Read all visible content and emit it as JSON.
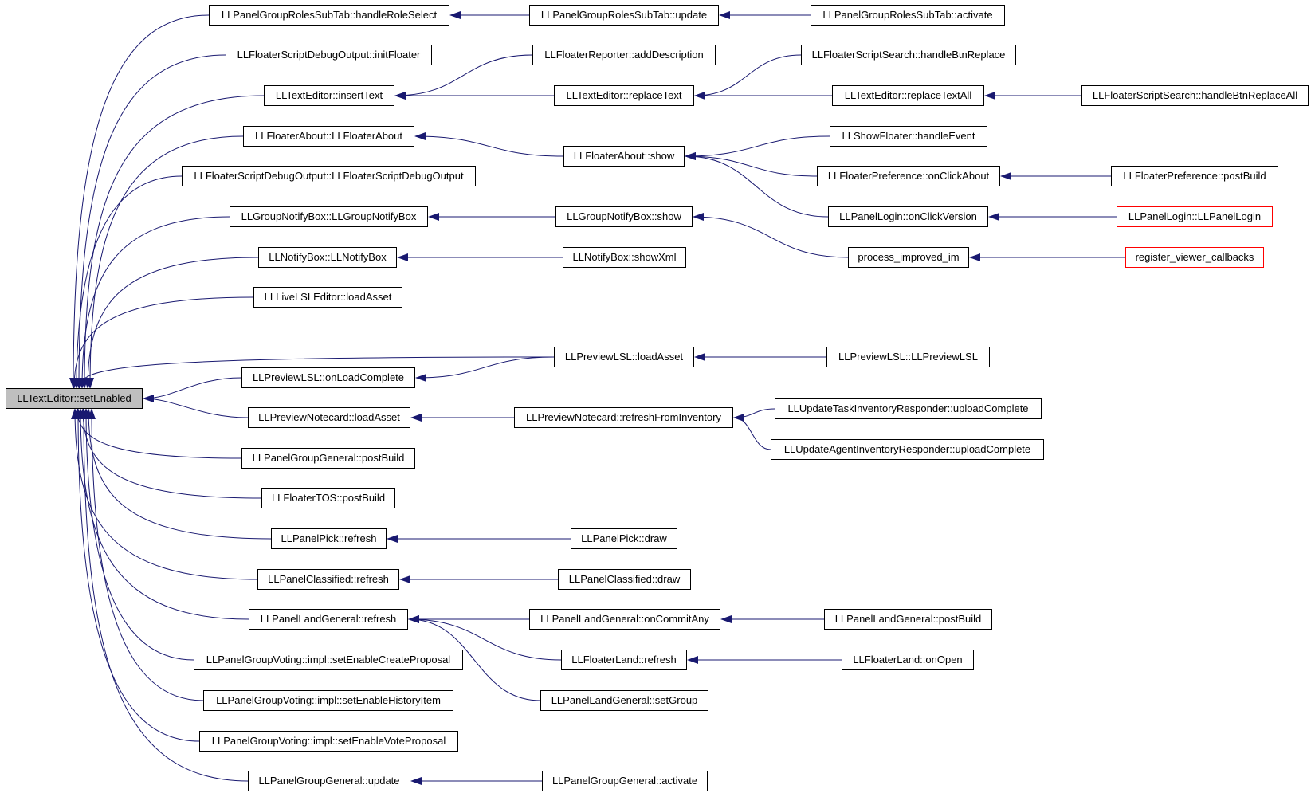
{
  "graph": {
    "root": "LLTextEditor::setEnabled",
    "nodes": {
      "n_root": "LLTextEditor::setEnabled",
      "n_handleRoleSelect": "LLPanelGroupRolesSubTab::handleRoleSelect",
      "n_initFloater": "LLFloaterScriptDebugOutput::initFloater",
      "n_insertText": "LLTextEditor::insertText",
      "n_floaterAboutCtor": "LLFloaterAbout::LLFloaterAbout",
      "n_scriptDebugCtor": "LLFloaterScriptDebugOutput::LLFloaterScriptDebugOutput",
      "n_groupNotifyCtor": "LLGroupNotifyBox::LLGroupNotifyBox",
      "n_notifyBoxCtor": "LLNotifyBox::LLNotifyBox",
      "n_liveLSLLoad": "LLLiveLSLEditor::loadAsset",
      "n_previewLSLOnLoad": "LLPreviewLSL::onLoadComplete",
      "n_previewNotecardLoad": "LLPreviewNotecard::loadAsset",
      "n_groupGeneralPostBuild": "LLPanelGroupGeneral::postBuild",
      "n_floaterTOSPostBuild": "LLFloaterTOS::postBuild",
      "n_panelPickRefresh": "LLPanelPick::refresh",
      "n_panelClassifiedRefresh": "LLPanelClassified::refresh",
      "n_landGeneralRefresh": "LLPanelLandGeneral::refresh",
      "n_votingCreateProposal": "LLPanelGroupVoting::impl::setEnableCreateProposal",
      "n_votingHistoryItem": "LLPanelGroupVoting::impl::setEnableHistoryItem",
      "n_votingVoteProposal": "LLPanelGroupVoting::impl::setEnableVoteProposal",
      "n_groupGeneralUpdate": "LLPanelGroupGeneral::update",
      "n_rolesUpdate": "LLPanelGroupRolesSubTab::update",
      "n_reporterAddDesc": "LLFloaterReporter::addDescription",
      "n_replaceText": "LLTextEditor::replaceText",
      "n_floaterAboutShow": "LLFloaterAbout::show",
      "n_groupNotifyShow": "LLGroupNotifyBox::show",
      "n_notifyShowXml": "LLNotifyBox::showXml",
      "n_previewLSLLoad": "LLPreviewLSL::loadAsset",
      "n_notecardRefresh": "LLPreviewNotecard::refreshFromInventory",
      "n_panelPickDraw": "LLPanelPick::draw",
      "n_panelClassifiedDraw": "LLPanelClassified::draw",
      "n_landCommitAny": "LLPanelLandGeneral::onCommitAny",
      "n_floaterLandRefresh": "LLFloaterLand::refresh",
      "n_landSetGroup": "LLPanelLandGeneral::setGroup",
      "n_groupGeneralActivate": "LLPanelGroupGeneral::activate",
      "n_rolesActivate": "LLPanelGroupRolesSubTab::activate",
      "n_searchBtnReplace": "LLFloaterScriptSearch::handleBtnReplace",
      "n_replaceTextAll": "LLTextEditor::replaceTextAll",
      "n_showFloaterHandle": "LLShowFloater::handleEvent",
      "n_prefOnClickAbout": "LLFloaterPreference::onClickAbout",
      "n_loginOnClickVersion": "LLPanelLogin::onClickVersion",
      "n_processImprovedIm": "process_improved_im",
      "n_previewLSLCtor": "LLPreviewLSL::LLPreviewLSL",
      "n_taskInvUpload": "LLUpdateTaskInventoryResponder::uploadComplete",
      "n_agentInvUpload": "LLUpdateAgentInventoryResponder::uploadComplete",
      "n_landGeneralPostBuild": "LLPanelLandGeneral::postBuild",
      "n_floaterLandOnOpen": "LLFloaterLand::onOpen",
      "n_searchBtnReplaceAll": "LLFloaterScriptSearch::handleBtnReplaceAll",
      "n_prefPostBuild": "LLFloaterPreference::postBuild",
      "n_loginCtor": "LLPanelLogin::LLPanelLogin",
      "n_registerCallbacks": "register_viewer_callbacks"
    },
    "edges": [
      [
        "n_handleRoleSelect",
        "n_root"
      ],
      [
        "n_initFloater",
        "n_root"
      ],
      [
        "n_insertText",
        "n_root"
      ],
      [
        "n_floaterAboutCtor",
        "n_root"
      ],
      [
        "n_scriptDebugCtor",
        "n_root"
      ],
      [
        "n_groupNotifyCtor",
        "n_root"
      ],
      [
        "n_notifyBoxCtor",
        "n_root"
      ],
      [
        "n_liveLSLLoad",
        "n_root"
      ],
      [
        "n_previewLSLLoad",
        "n_root"
      ],
      [
        "n_previewLSLOnLoad",
        "n_root"
      ],
      [
        "n_previewNotecardLoad",
        "n_root"
      ],
      [
        "n_groupGeneralPostBuild",
        "n_root"
      ],
      [
        "n_floaterTOSPostBuild",
        "n_root"
      ],
      [
        "n_panelPickRefresh",
        "n_root"
      ],
      [
        "n_panelClassifiedRefresh",
        "n_root"
      ],
      [
        "n_landGeneralRefresh",
        "n_root"
      ],
      [
        "n_votingCreateProposal",
        "n_root"
      ],
      [
        "n_votingHistoryItem",
        "n_root"
      ],
      [
        "n_votingVoteProposal",
        "n_root"
      ],
      [
        "n_groupGeneralUpdate",
        "n_root"
      ],
      [
        "n_rolesUpdate",
        "n_handleRoleSelect"
      ],
      [
        "n_reporterAddDesc",
        "n_insertText"
      ],
      [
        "n_replaceText",
        "n_insertText"
      ],
      [
        "n_floaterAboutShow",
        "n_floaterAboutCtor"
      ],
      [
        "n_groupNotifyShow",
        "n_groupNotifyCtor"
      ],
      [
        "n_notifyShowXml",
        "n_notifyBoxCtor"
      ],
      [
        "n_previewLSLLoad",
        "n_previewLSLOnLoad"
      ],
      [
        "n_notecardRefresh",
        "n_previewNotecardLoad"
      ],
      [
        "n_panelPickDraw",
        "n_panelPickRefresh"
      ],
      [
        "n_panelClassifiedDraw",
        "n_panelClassifiedRefresh"
      ],
      [
        "n_landCommitAny",
        "n_landGeneralRefresh"
      ],
      [
        "n_floaterLandRefresh",
        "n_landGeneralRefresh"
      ],
      [
        "n_landSetGroup",
        "n_landGeneralRefresh"
      ],
      [
        "n_groupGeneralActivate",
        "n_groupGeneralUpdate"
      ],
      [
        "n_rolesActivate",
        "n_rolesUpdate"
      ],
      [
        "n_searchBtnReplace",
        "n_replaceText"
      ],
      [
        "n_replaceTextAll",
        "n_replaceText"
      ],
      [
        "n_showFloaterHandle",
        "n_floaterAboutShow"
      ],
      [
        "n_prefOnClickAbout",
        "n_floaterAboutShow"
      ],
      [
        "n_loginOnClickVersion",
        "n_floaterAboutShow"
      ],
      [
        "n_processImprovedIm",
        "n_groupNotifyShow"
      ],
      [
        "n_previewLSLCtor",
        "n_previewLSLLoad"
      ],
      [
        "n_taskInvUpload",
        "n_notecardRefresh"
      ],
      [
        "n_agentInvUpload",
        "n_notecardRefresh"
      ],
      [
        "n_landGeneralPostBuild",
        "n_landCommitAny"
      ],
      [
        "n_floaterLandOnOpen",
        "n_floaterLandRefresh"
      ],
      [
        "n_searchBtnReplaceAll",
        "n_replaceTextAll"
      ],
      [
        "n_prefPostBuild",
        "n_prefOnClickAbout"
      ],
      [
        "n_loginCtor",
        "n_loginOnClickVersion"
      ],
      [
        "n_registerCallbacks",
        "n_processImprovedIm"
      ]
    ],
    "colors": {
      "edge": "#191970",
      "root_fill": "#bfbfbf",
      "truncated_border": "#ff0000"
    }
  }
}
